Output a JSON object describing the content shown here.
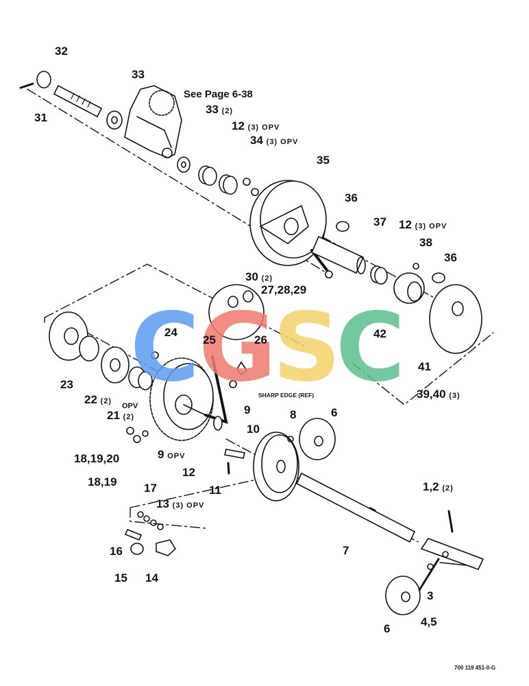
{
  "figure_number": "700 119 451-0-G",
  "notes": {
    "see_page": "See Page 6-38",
    "sharp_edge": "SHARP EDGE (REF)"
  },
  "watermark": {
    "letters": [
      "C",
      "G",
      "S",
      "C"
    ],
    "colors": [
      "#5b9cf0",
      "#f07a6e",
      "#f5d26a",
      "#5cbf8f"
    ]
  },
  "callouts": {
    "c31": "31",
    "c32": "32",
    "c33a": "33",
    "c33b": "33",
    "c33b_qty": "(2)",
    "c12a": "12",
    "c12a_qty": "(3) OPV",
    "c34": "34",
    "c34_qty": "(3) OPV",
    "c35": "35",
    "c36a": "36",
    "c37": "37",
    "c12b": "12",
    "c12b_qty": "(3) OPV",
    "c38": "38",
    "c36b": "36",
    "c30": "30",
    "c30_qty": "(2)",
    "c27": "27,28,29",
    "c42": "42",
    "c41": "41",
    "c39": "39,40",
    "c39_qty": "(3)",
    "c24": "24",
    "c25": "25",
    "c26": "26",
    "c23": "23",
    "c22": "22",
    "c22_qty": "(2)",
    "c21_opv": "OPV",
    "c21": "21",
    "c21_qty": "(2)",
    "c9a": "9",
    "c9b": "9",
    "c9b_qty": "OPV",
    "c8": "8",
    "c6a": "6",
    "c10": "10",
    "c1820": "18,19,20",
    "c1819": "18,19",
    "c12c": "12",
    "c11": "11",
    "c17": "17",
    "c13": "13",
    "c13_qty": "(3) OPV",
    "c16": "16",
    "c15": "15",
    "c14": "14",
    "c7": "7",
    "c12d": "1,2",
    "c12d_qty": "(2)",
    "c3": "3",
    "c45": "4,5",
    "c6b": "6"
  }
}
